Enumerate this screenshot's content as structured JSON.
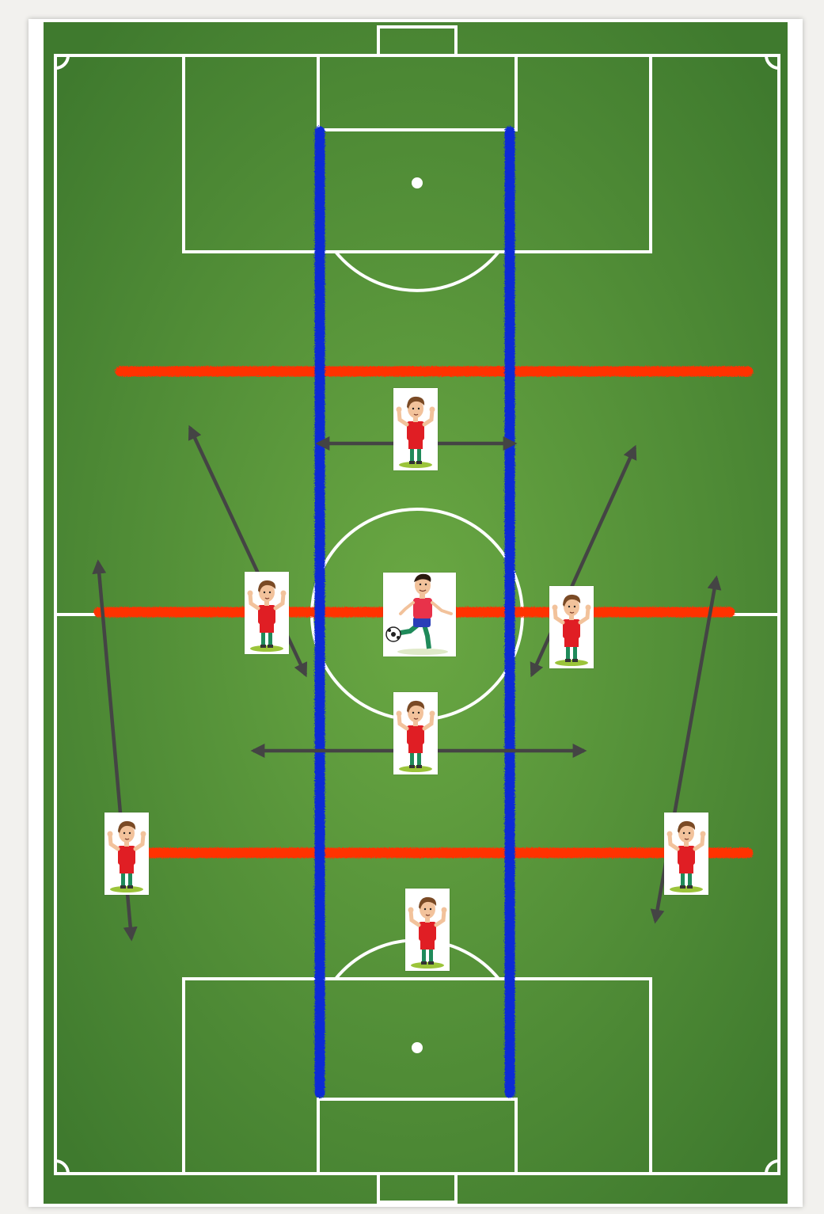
{
  "diagram": {
    "type": "football-tactics-board",
    "colors": {
      "grass_dark": "#3f7a2e",
      "grass_light": "#6aa843",
      "pitch_lines": "#ffffff",
      "channel_lines": "#0a2bd6",
      "zone_lines": "#ff3300",
      "movement_arrows": "#444444",
      "kit_shirt": "#e01e24",
      "kit_shorts": "#e01e24",
      "kit_socks": "#1f8a5a",
      "skin": "#f2c29b",
      "hair": "#7a4a25",
      "ball_player_shirt": "#e8324a",
      "ball_player_shorts": "#2a3fb8"
    },
    "channel_lines": [
      {
        "id": "left-channel",
        "orientation": "vertical"
      },
      {
        "id": "right-channel",
        "orientation": "vertical"
      }
    ],
    "zone_lines": [
      {
        "id": "upper-zone",
        "orientation": "horizontal"
      },
      {
        "id": "middle-zone",
        "orientation": "horizontal"
      },
      {
        "id": "lower-zone",
        "orientation": "horizontal"
      }
    ],
    "players": [
      {
        "id": "top-center",
        "pose": "flexing"
      },
      {
        "id": "left-mid",
        "pose": "flexing"
      },
      {
        "id": "center-kicker",
        "pose": "kicking-ball"
      },
      {
        "id": "right-mid",
        "pose": "flexing"
      },
      {
        "id": "center-lower",
        "pose": "flexing"
      },
      {
        "id": "left-wide",
        "pose": "flexing"
      },
      {
        "id": "right-wide",
        "pose": "flexing"
      },
      {
        "id": "bottom-center",
        "pose": "flexing"
      }
    ],
    "arrows": [
      {
        "id": "top-horizontal",
        "style": "double-headed"
      },
      {
        "id": "left-diagonal",
        "style": "double-headed"
      },
      {
        "id": "right-diagonal",
        "style": "double-headed"
      },
      {
        "id": "lower-horizontal",
        "style": "double-headed"
      },
      {
        "id": "left-flank",
        "style": "double-headed"
      },
      {
        "id": "right-flank",
        "style": "double-headed"
      }
    ]
  }
}
